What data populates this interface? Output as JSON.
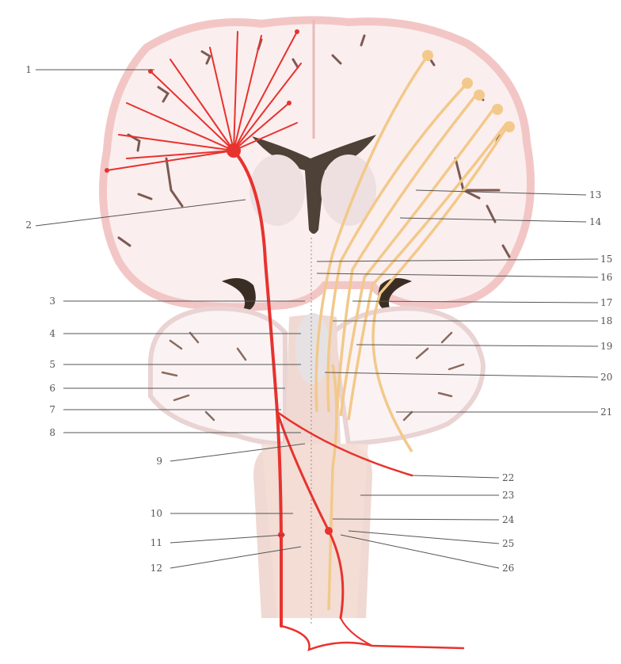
{
  "colors": {
    "motor_tract": "#e8322e",
    "sensory_tract": "#f2c98a",
    "cortex": "#f6d2d2",
    "ventricle": "#3a2e24",
    "brainstem": "#ecc9bd",
    "leader": "#555555"
  },
  "labels_left": [
    {
      "id": "l1",
      "text": "1"
    },
    {
      "id": "l2",
      "text": "2"
    },
    {
      "id": "l3",
      "text": "3"
    },
    {
      "id": "l4",
      "text": "4"
    },
    {
      "id": "l5",
      "text": "5"
    },
    {
      "id": "l6",
      "text": "6"
    },
    {
      "id": "l7",
      "text": "7"
    },
    {
      "id": "l8",
      "text": "8"
    },
    {
      "id": "l9",
      "text": "9"
    },
    {
      "id": "l10",
      "text": "10"
    },
    {
      "id": "l11",
      "text": "11"
    },
    {
      "id": "l12",
      "text": "12"
    }
  ],
  "labels_right": [
    {
      "id": "r13",
      "text": "13"
    },
    {
      "id": "r14",
      "text": "14"
    },
    {
      "id": "r15",
      "text": "15"
    },
    {
      "id": "r16",
      "text": "16"
    },
    {
      "id": "r17",
      "text": "17"
    },
    {
      "id": "r18",
      "text": "18"
    },
    {
      "id": "r19",
      "text": "19"
    },
    {
      "id": "r20",
      "text": "20"
    },
    {
      "id": "r21",
      "text": "21"
    },
    {
      "id": "r22",
      "text": "22"
    },
    {
      "id": "r23",
      "text": "23"
    },
    {
      "id": "r24",
      "text": "24"
    },
    {
      "id": "r25",
      "text": "25"
    },
    {
      "id": "r26",
      "text": "26"
    }
  ]
}
